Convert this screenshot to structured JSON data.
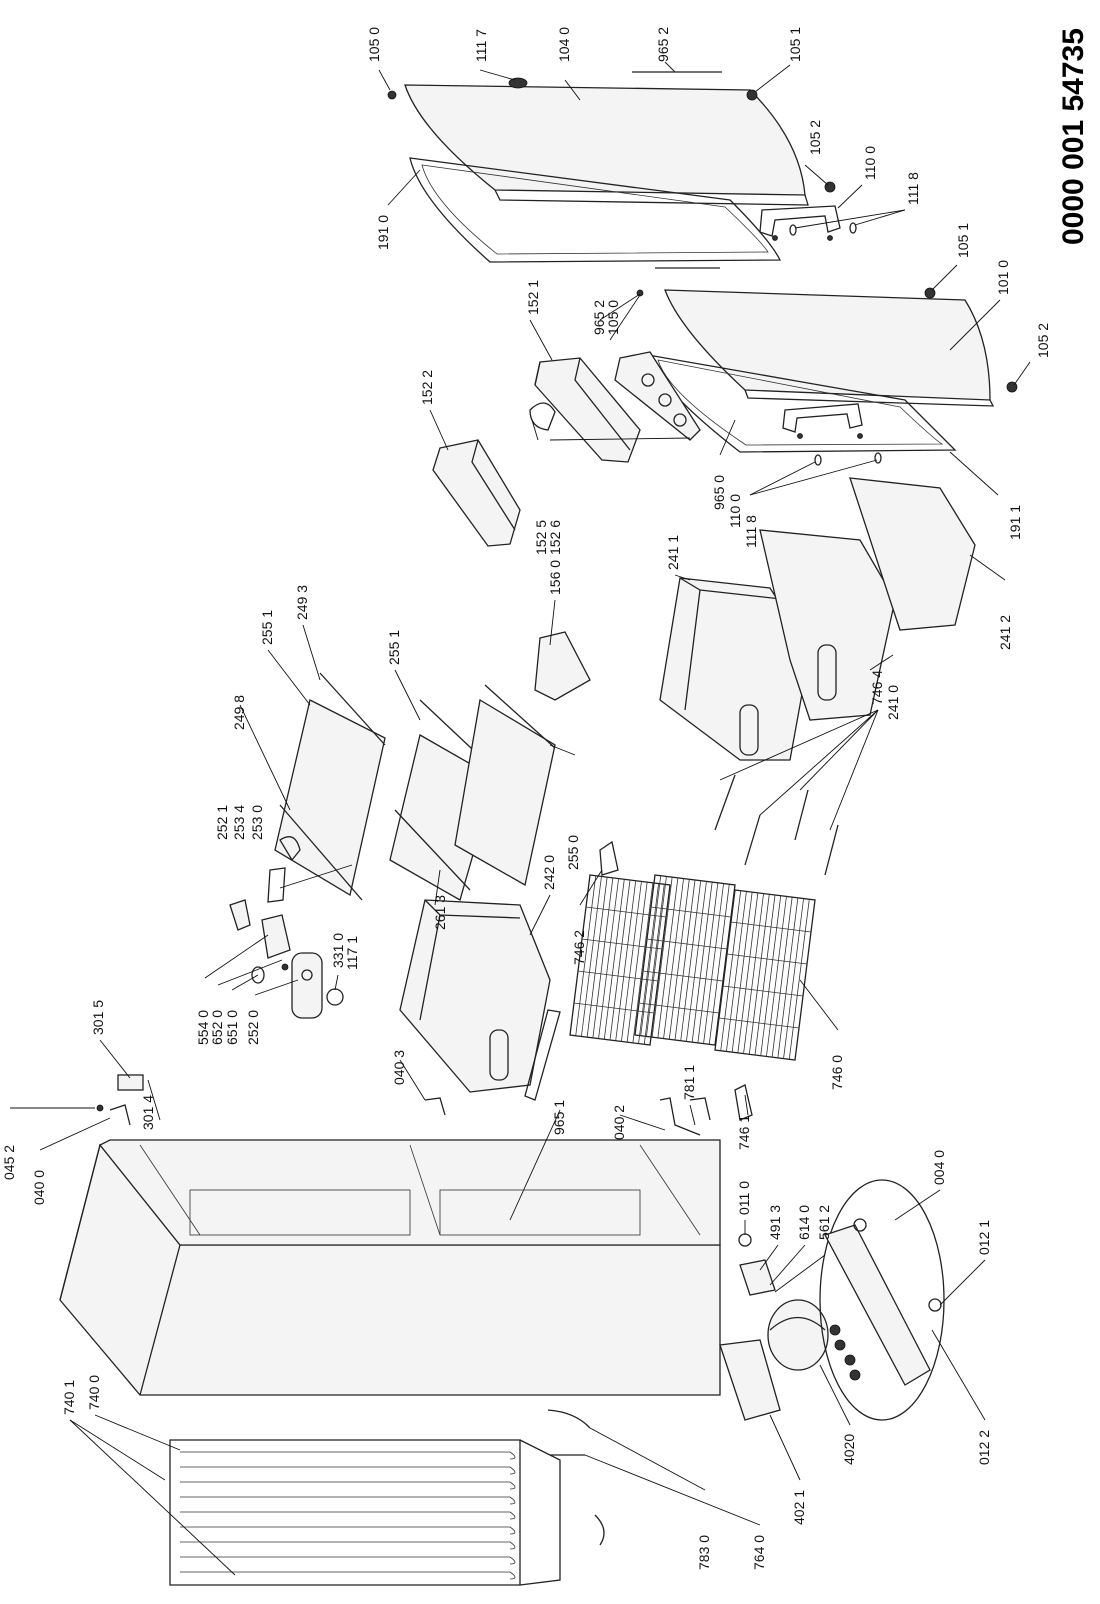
{
  "document_number": "0000 001 54735",
  "labels": {
    "l1050a": "105 0",
    "l1117": "111 7",
    "l1040": "104 0",
    "l9652a": "965 2",
    "l1051a": "105 1",
    "l1052a": "105 2",
    "l1100a": "110 0",
    "l1118a": "111 8",
    "l1051b": "105 1",
    "l1010": "101 0",
    "l1052b": "105 2",
    "l1910": "191 0",
    "l1521": "152 1",
    "l9652b": "965 2",
    "l1050b": "105 0",
    "l1522": "152 2",
    "l9650": "965 0",
    "l1100b": "110 0",
    "l1118b": "111 8",
    "l1911": "191 1",
    "l1525": "152 5",
    "l1526": "152 6",
    "l1560": "156 0",
    "l2411": "241 1",
    "l2412": "241 2",
    "l2410": "241 0",
    "l7464": "746 4",
    "l2551a": "255 1",
    "l2493": "249 3",
    "l2498": "249 8",
    "l2521": "252 1",
    "l2534": "253 4",
    "l2530": "253 0",
    "l2551b": "255 1",
    "l2550": "255 0",
    "l2613": "261 3",
    "l2420": "242 0",
    "l1171": "117 1",
    "l3310": "331 0",
    "l7462": "746 2",
    "l5540": "554 0",
    "l6520": "652 0",
    "l6510": "651 0",
    "l2520": "252 0",
    "l3015": "301 5",
    "l3014": "301 4",
    "l0403": "040 3",
    "l9651": "965 1",
    "l0402": "040 2",
    "l7811": "781 1",
    "l7461": "746 1",
    "l7460": "746 0",
    "l0452": "045 2",
    "l0400": "040 0",
    "l0110": "011 0",
    "l4913": "491 3",
    "l6140": "614 0",
    "l5612": "561 2",
    "l0040": "004 0",
    "l0121": "012 1",
    "l0122": "012 2",
    "l4020": "4020",
    "l4021": "402 1",
    "l7401": "740 1",
    "l7400": "740 0",
    "l7640": "764 0",
    "l7830": "783 0"
  }
}
